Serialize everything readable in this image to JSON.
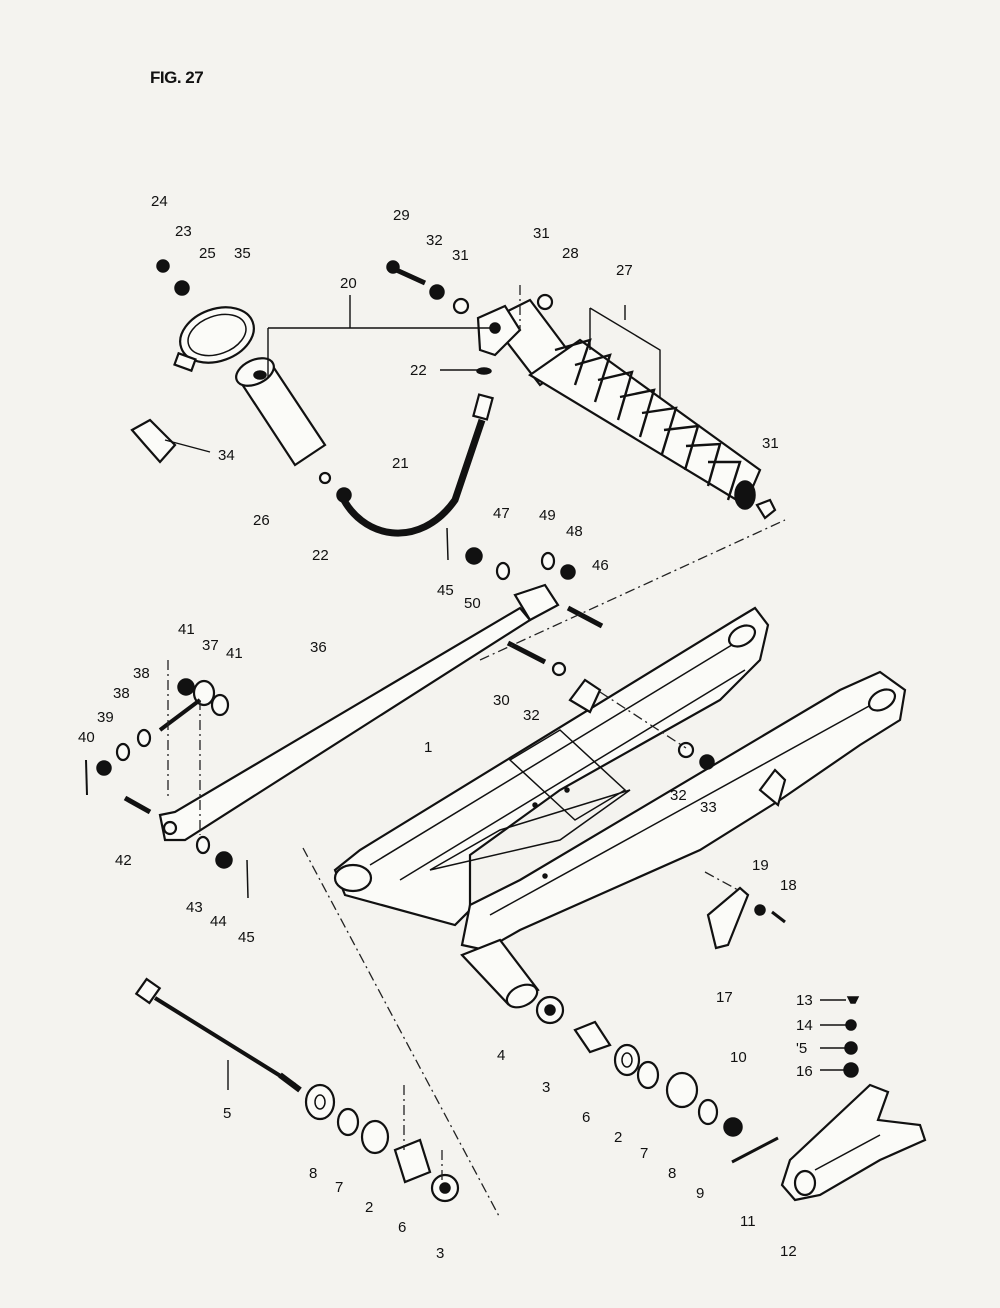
{
  "figure": {
    "title": "FIG. 27"
  },
  "callouts": [
    {
      "id": "c1",
      "label": "1"
    },
    {
      "id": "c2a",
      "label": "2"
    },
    {
      "id": "c2b",
      "label": "2"
    },
    {
      "id": "c3a",
      "label": "3"
    },
    {
      "id": "c3b",
      "label": "3"
    },
    {
      "id": "c4",
      "label": "4"
    },
    {
      "id": "c5",
      "label": "5"
    },
    {
      "id": "c6a",
      "label": "6"
    },
    {
      "id": "c6b",
      "label": "6"
    },
    {
      "id": "c7a",
      "label": "7"
    },
    {
      "id": "c7b",
      "label": "7"
    },
    {
      "id": "c8a",
      "label": "8"
    },
    {
      "id": "c8b",
      "label": "8"
    },
    {
      "id": "c9",
      "label": "9"
    },
    {
      "id": "c10",
      "label": "10"
    },
    {
      "id": "c11",
      "label": "11"
    },
    {
      "id": "c12",
      "label": "12"
    },
    {
      "id": "c13",
      "label": "13"
    },
    {
      "id": "c14",
      "label": "14"
    },
    {
      "id": "c15",
      "label": "'5"
    },
    {
      "id": "c16",
      "label": "16"
    },
    {
      "id": "c17",
      "label": "17"
    },
    {
      "id": "c18",
      "label": "18"
    },
    {
      "id": "c19",
      "label": "19"
    },
    {
      "id": "c20",
      "label": "20"
    },
    {
      "id": "c21",
      "label": "21"
    },
    {
      "id": "c22a",
      "label": "22"
    },
    {
      "id": "c22b",
      "label": "22"
    },
    {
      "id": "c23",
      "label": "23"
    },
    {
      "id": "c24",
      "label": "24"
    },
    {
      "id": "c25",
      "label": "25"
    },
    {
      "id": "c26",
      "label": "26"
    },
    {
      "id": "c27",
      "label": "27"
    },
    {
      "id": "c28",
      "label": "28"
    },
    {
      "id": "c29",
      "label": "29"
    },
    {
      "id": "c30",
      "label": "30"
    },
    {
      "id": "c31a",
      "label": "31"
    },
    {
      "id": "c31b",
      "label": "31"
    },
    {
      "id": "c31c",
      "label": "31"
    },
    {
      "id": "c32a",
      "label": "32"
    },
    {
      "id": "c32b",
      "label": "32"
    },
    {
      "id": "c32c",
      "label": "32"
    },
    {
      "id": "c33",
      "label": "33"
    },
    {
      "id": "c34",
      "label": "34"
    },
    {
      "id": "c35",
      "label": "35"
    },
    {
      "id": "c36",
      "label": "36"
    },
    {
      "id": "c37",
      "label": "37"
    },
    {
      "id": "c38a",
      "label": "38"
    },
    {
      "id": "c38b",
      "label": "38"
    },
    {
      "id": "c39",
      "label": "39"
    },
    {
      "id": "c40",
      "label": "40"
    },
    {
      "id": "c41a",
      "label": "41"
    },
    {
      "id": "c41b",
      "label": "41"
    },
    {
      "id": "c42",
      "label": "42"
    },
    {
      "id": "c43",
      "label": "43"
    },
    {
      "id": "c44",
      "label": "44"
    },
    {
      "id": "c45a",
      "label": "45"
    },
    {
      "id": "c45b",
      "label": "45"
    },
    {
      "id": "c46",
      "label": "46"
    },
    {
      "id": "c47",
      "label": "47"
    },
    {
      "id": "c48",
      "label": "48"
    },
    {
      "id": "c49",
      "label": "49"
    },
    {
      "id": "c50",
      "label": "50"
    }
  ]
}
